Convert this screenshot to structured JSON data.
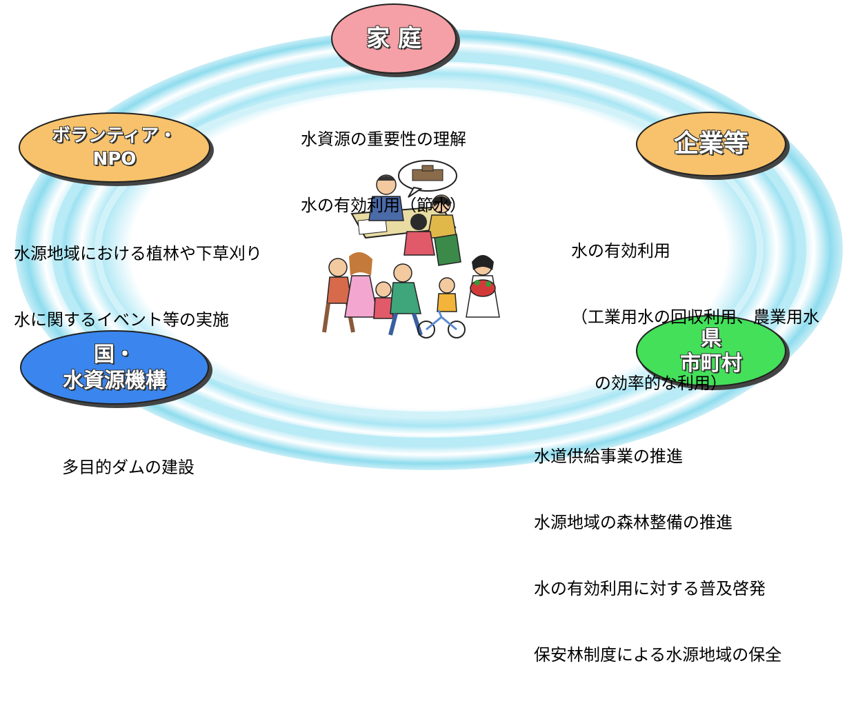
{
  "actors": {
    "household": {
      "label": "家 庭",
      "color": "#f5a0a6"
    },
    "volunteer": {
      "label_line1": "ボランティア・",
      "label_line2": "NPO",
      "color": "#f7c26b"
    },
    "company": {
      "label": "企業等",
      "color": "#f7c26b"
    },
    "prefecture": {
      "label_line1": "県",
      "label_line2": "市町村",
      "color": "#44e05a"
    },
    "national": {
      "label_line1": "国・",
      "label_line2": "水資源機構",
      "color": "#3a86ee"
    }
  },
  "roles": {
    "household": [
      "水資源の重要性の理解",
      "水の有効利用（節水）"
    ],
    "volunteer": [
      "水源地域における植林や下草刈り",
      "水に関するイベント等の実施"
    ],
    "company": [
      "水の有効利用",
      "（工業用水の回収利用、農業用水",
      "の効率的な利用）"
    ],
    "prefecture": [
      "水道供給事業の推進",
      "水源地域の森林整備の推進",
      "水の有効利用に対する普及啓発",
      "保安林制度による水源地域の保全"
    ],
    "national": [
      "多目的ダムの建設"
    ]
  },
  "colors": {
    "ring": "#7fd6ea",
    "ring_light": "#c9eef7",
    "outline": "#222222"
  }
}
